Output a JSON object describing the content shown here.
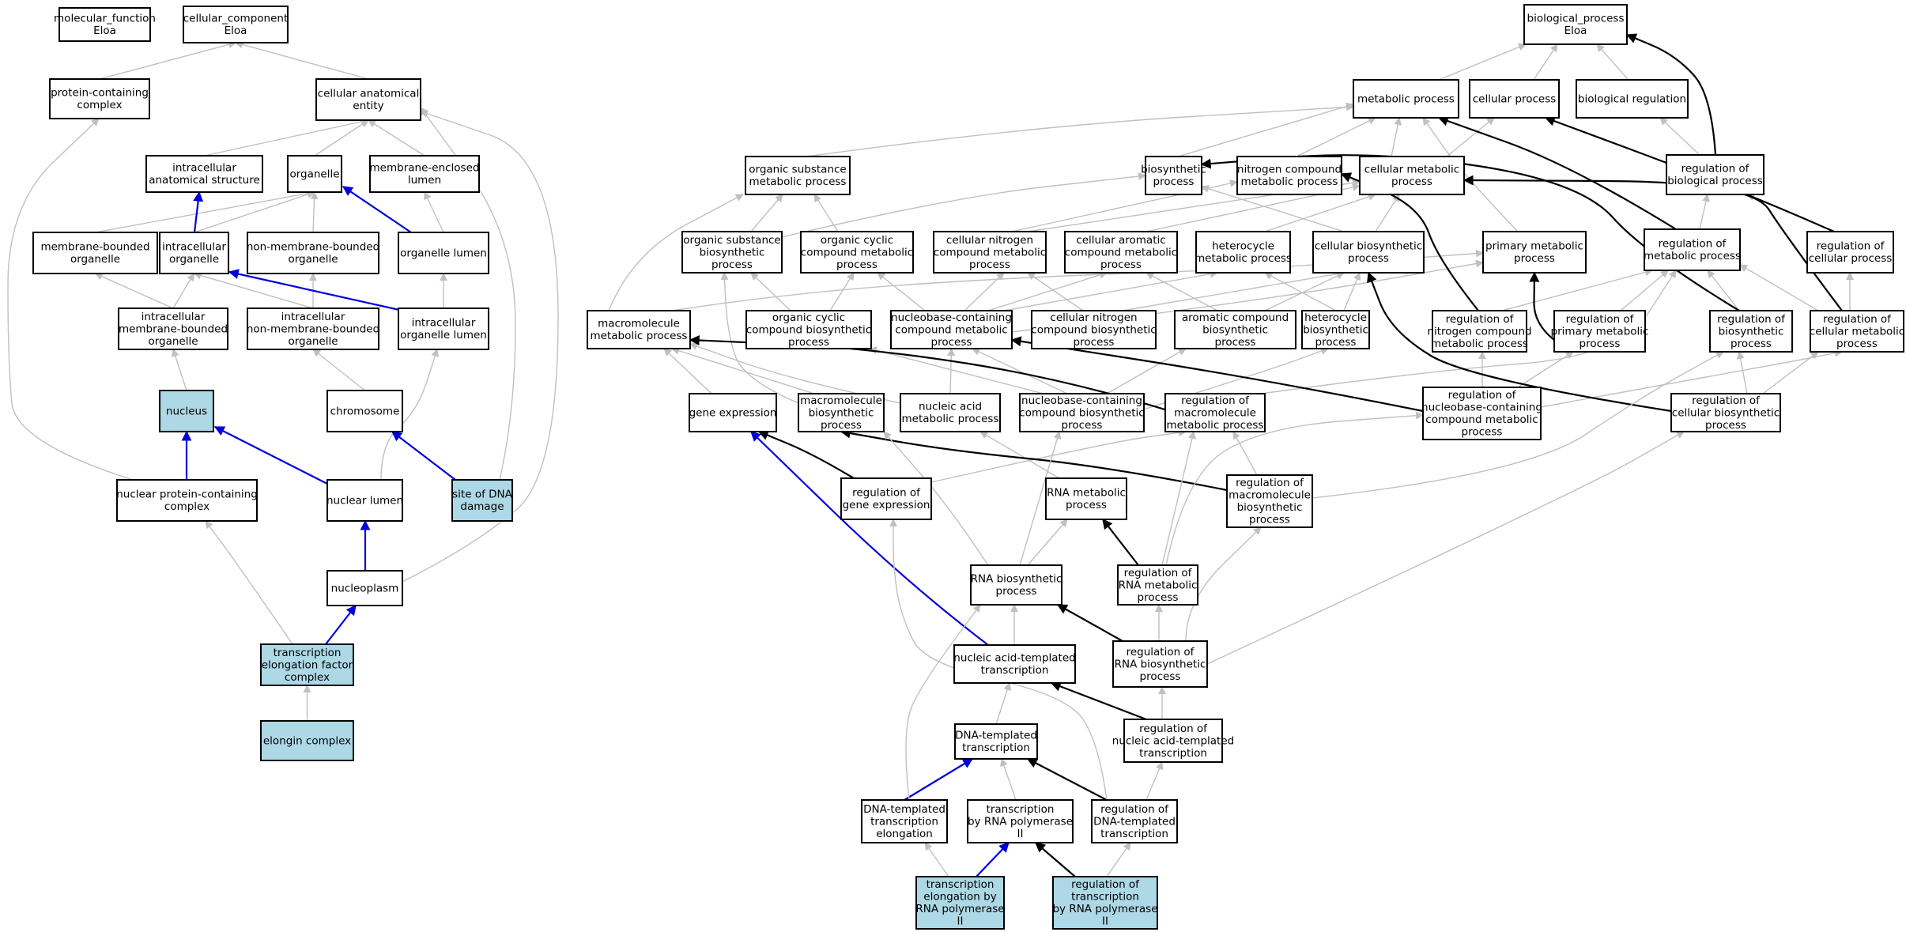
{
  "colors": {
    "highlight": "#add8e6",
    "normal": "#ffffff",
    "edge_gray": "#c0c0c0",
    "edge_blue": "#0000dd",
    "edge_black": "#000000"
  },
  "nodes": [
    {
      "id": "mf",
      "lines": [
        "molecular_function",
        "Eloa"
      ],
      "hl": false
    },
    {
      "id": "cc",
      "lines": [
        "cellular_component",
        "Eloa"
      ],
      "hl": false
    },
    {
      "id": "pcc",
      "lines": [
        "protein-containing",
        "complex"
      ],
      "hl": false
    },
    {
      "id": "cae",
      "lines": [
        "cellular anatomical",
        "entity"
      ],
      "hl": false
    },
    {
      "id": "ias",
      "lines": [
        "intracellular",
        "anatomical structure"
      ],
      "hl": false
    },
    {
      "id": "org",
      "lines": [
        "organelle"
      ],
      "hl": false
    },
    {
      "id": "mel",
      "lines": [
        "membrane-enclosed",
        "lumen"
      ],
      "hl": false
    },
    {
      "id": "mbo",
      "lines": [
        "membrane-bounded",
        "organelle"
      ],
      "hl": false
    },
    {
      "id": "io",
      "lines": [
        "intracellular",
        "organelle"
      ],
      "hl": false
    },
    {
      "id": "nmbo",
      "lines": [
        "non-membrane-bounded",
        "organelle"
      ],
      "hl": false
    },
    {
      "id": "ol",
      "lines": [
        "organelle lumen"
      ],
      "hl": false
    },
    {
      "id": "imbo",
      "lines": [
        "intracellular",
        "membrane-bounded",
        "organelle"
      ],
      "hl": false
    },
    {
      "id": "inmbo",
      "lines": [
        "intracellular",
        "non-membrane-bounded",
        "organelle"
      ],
      "hl": false
    },
    {
      "id": "iol",
      "lines": [
        "intracellular",
        "organelle lumen"
      ],
      "hl": false
    },
    {
      "id": "nuc",
      "lines": [
        "nucleus"
      ],
      "hl": true
    },
    {
      "id": "chr",
      "lines": [
        "chromosome"
      ],
      "hl": false
    },
    {
      "id": "npcc",
      "lines": [
        "nuclear protein-containing",
        "complex"
      ],
      "hl": false
    },
    {
      "id": "nl",
      "lines": [
        "nuclear lumen"
      ],
      "hl": false
    },
    {
      "id": "sdd",
      "lines": [
        "site of DNA",
        "damage"
      ],
      "hl": true
    },
    {
      "id": "np",
      "lines": [
        "nucleoplasm"
      ],
      "hl": false
    },
    {
      "id": "tefc",
      "lines": [
        "transcription",
        "elongation factor",
        "complex"
      ],
      "hl": true
    },
    {
      "id": "elc",
      "lines": [
        "elongin complex"
      ],
      "hl": true
    },
    {
      "id": "bp",
      "lines": [
        "biological_process",
        "Eloa"
      ],
      "hl": false
    },
    {
      "id": "mp",
      "lines": [
        "metabolic process"
      ],
      "hl": false
    },
    {
      "id": "cp",
      "lines": [
        "cellular process"
      ],
      "hl": false
    },
    {
      "id": "br",
      "lines": [
        "biological regulation"
      ],
      "hl": false
    },
    {
      "id": "osmp",
      "lines": [
        "organic substance",
        "metabolic process"
      ],
      "hl": false
    },
    {
      "id": "bsp",
      "lines": [
        "biosynthetic",
        "process"
      ],
      "hl": false
    },
    {
      "id": "ncmp",
      "lines": [
        "nitrogen compound",
        "metabolic process"
      ],
      "hl": false
    },
    {
      "id": "cmp",
      "lines": [
        "cellular metabolic",
        "process"
      ],
      "hl": false
    },
    {
      "id": "rbp",
      "lines": [
        "regulation of",
        "biological process"
      ],
      "hl": false
    },
    {
      "id": "osbp",
      "lines": [
        "organic substance",
        "biosynthetic",
        "process"
      ],
      "hl": false
    },
    {
      "id": "occmp",
      "lines": [
        "organic cyclic",
        "compound metabolic",
        "process"
      ],
      "hl": false
    },
    {
      "id": "cncmp",
      "lines": [
        "cellular nitrogen",
        "compound metabolic",
        "process"
      ],
      "hl": false
    },
    {
      "id": "cacmp",
      "lines": [
        "cellular aromatic",
        "compound metabolic",
        "process"
      ],
      "hl": false
    },
    {
      "id": "hmp",
      "lines": [
        "heterocycle",
        "metabolic process"
      ],
      "hl": false
    },
    {
      "id": "cbp",
      "lines": [
        "cellular biosynthetic",
        "process"
      ],
      "hl": false
    },
    {
      "id": "pmp",
      "lines": [
        "primary metabolic",
        "process"
      ],
      "hl": false
    },
    {
      "id": "rmp",
      "lines": [
        "regulation of",
        "metabolic process"
      ],
      "hl": false
    },
    {
      "id": "rcp",
      "lines": [
        "regulation of",
        "cellular process"
      ],
      "hl": false
    },
    {
      "id": "mmp",
      "lines": [
        "macromolecule",
        "metabolic process"
      ],
      "hl": false
    },
    {
      "id": "occbp",
      "lines": [
        "organic cyclic",
        "compound biosynthetic",
        "process"
      ],
      "hl": false
    },
    {
      "id": "nccmp",
      "lines": [
        "nucleobase-containing",
        "compound metabolic",
        "process"
      ],
      "hl": false
    },
    {
      "id": "cncbp",
      "lines": [
        "cellular nitrogen",
        "compound biosynthetic",
        "process"
      ],
      "hl": false
    },
    {
      "id": "acbp",
      "lines": [
        "aromatic compound",
        "biosynthetic",
        "process"
      ],
      "hl": false
    },
    {
      "id": "hbp",
      "lines": [
        "heterocycle",
        "biosynthetic",
        "process"
      ],
      "hl": false
    },
    {
      "id": "rncmp",
      "lines": [
        "regulation of",
        "nitrogen compound",
        "metabolic process"
      ],
      "hl": false
    },
    {
      "id": "rpmp",
      "lines": [
        "regulation of",
        "primary metabolic",
        "process"
      ],
      "hl": false
    },
    {
      "id": "rbsp",
      "lines": [
        "regulation of",
        "biosynthetic",
        "process"
      ],
      "hl": false
    },
    {
      "id": "rcmp",
      "lines": [
        "regulation of",
        "cellular metabolic",
        "process"
      ],
      "hl": false
    },
    {
      "id": "ge",
      "lines": [
        "gene expression"
      ],
      "hl": false
    },
    {
      "id": "mbp",
      "lines": [
        "macromolecule",
        "biosynthetic",
        "process"
      ],
      "hl": false
    },
    {
      "id": "namp",
      "lines": [
        "nucleic acid",
        "metabolic process"
      ],
      "hl": false
    },
    {
      "id": "nccbp",
      "lines": [
        "nucleobase-containing",
        "compound biosynthetic",
        "process"
      ],
      "hl": false
    },
    {
      "id": "rmmp",
      "lines": [
        "regulation of",
        "macromolecule",
        "metabolic process"
      ],
      "hl": false
    },
    {
      "id": "rnccmp",
      "lines": [
        "regulation of",
        "nucleobase-containing",
        "compound metabolic",
        "process"
      ],
      "hl": false
    },
    {
      "id": "rcbp",
      "lines": [
        "regulation of",
        "cellular biosynthetic",
        "process"
      ],
      "hl": false
    },
    {
      "id": "rge",
      "lines": [
        "regulation of",
        "gene expression"
      ],
      "hl": false
    },
    {
      "id": "rnamp",
      "lines": [
        "RNA metabolic",
        "process"
      ],
      "hl": false
    },
    {
      "id": "rmbp",
      "lines": [
        "regulation of",
        "macromolecule",
        "biosynthetic",
        "process"
      ],
      "hl": false
    },
    {
      "id": "rnabp",
      "lines": [
        "RNA biosynthetic",
        "process"
      ],
      "hl": false
    },
    {
      "id": "rrnamp",
      "lines": [
        "regulation of",
        "RNA metabolic",
        "process"
      ],
      "hl": false
    },
    {
      "id": "natt",
      "lines": [
        "nucleic acid-templated",
        "transcription"
      ],
      "hl": false
    },
    {
      "id": "rrnabp",
      "lines": [
        "regulation of",
        "RNA biosynthetic",
        "process"
      ],
      "hl": false
    },
    {
      "id": "dtt",
      "lines": [
        "DNA-templated",
        "transcription"
      ],
      "hl": false
    },
    {
      "id": "rnatt",
      "lines": [
        "regulation of",
        "nucleic acid-templated",
        "transcription"
      ],
      "hl": false
    },
    {
      "id": "dtte",
      "lines": [
        "DNA-templated",
        "transcription",
        "elongation"
      ],
      "hl": false
    },
    {
      "id": "trp2",
      "lines": [
        "transcription",
        "by RNA polymerase",
        "II"
      ],
      "hl": false
    },
    {
      "id": "rdtt",
      "lines": [
        "regulation of",
        "DNA-templated",
        "transcription"
      ],
      "hl": false
    },
    {
      "id": "terp2",
      "lines": [
        "transcription",
        "elongation by",
        "RNA polymerase",
        "II"
      ],
      "hl": true
    },
    {
      "id": "rtrp2",
      "lines": [
        "regulation of",
        "transcription",
        "by RNA polymerase",
        "II"
      ],
      "hl": true
    }
  ],
  "edges": [
    [
      "pcc",
      "cc",
      "gray"
    ],
    [
      "cae",
      "cc",
      "gray"
    ],
    [
      "ias",
      "cae",
      "gray"
    ],
    [
      "org",
      "cae",
      "gray"
    ],
    [
      "mel",
      "cae",
      "gray"
    ],
    [
      "mbo",
      "org",
      "gray"
    ],
    [
      "io",
      "org",
      "gray"
    ],
    [
      "nmbo",
      "org",
      "gray"
    ],
    [
      "ol",
      "org",
      "blue"
    ],
    [
      "ol",
      "mel",
      "gray"
    ],
    [
      "io",
      "ias",
      "blue"
    ],
    [
      "imbo",
      "mbo",
      "gray"
    ],
    [
      "imbo",
      "io",
      "gray"
    ],
    [
      "inmbo",
      "io",
      "gray"
    ],
    [
      "inmbo",
      "nmbo",
      "gray"
    ],
    [
      "iol",
      "io",
      "blue"
    ],
    [
      "iol",
      "ol",
      "gray"
    ],
    [
      "nuc",
      "imbo",
      "gray"
    ],
    [
      "chr",
      "inmbo",
      "gray"
    ],
    [
      "npcc",
      "nuc",
      "blue"
    ],
    [
      "npcc",
      "pcc",
      "gray"
    ],
    [
      "nl",
      "nuc",
      "blue"
    ],
    [
      "nl",
      "iol",
      "gray"
    ],
    [
      "sdd",
      "chr",
      "blue"
    ],
    [
      "sdd",
      "cae",
      "gray"
    ],
    [
      "np",
      "nl",
      "blue"
    ],
    [
      "np",
      "cae",
      "gray"
    ],
    [
      "tefc",
      "np",
      "blue"
    ],
    [
      "tefc",
      "npcc",
      "gray"
    ],
    [
      "elc",
      "tefc",
      "gray"
    ],
    [
      "mp",
      "bp",
      "gray"
    ],
    [
      "cp",
      "bp",
      "gray"
    ],
    [
      "br",
      "bp",
      "gray"
    ],
    [
      "osmp",
      "mp",
      "gray"
    ],
    [
      "bsp",
      "mp",
      "gray"
    ],
    [
      "ncmp",
      "mp",
      "gray"
    ],
    [
      "cmp",
      "mp",
      "gray"
    ],
    [
      "cmp",
      "cp",
      "gray"
    ],
    [
      "rbp",
      "br",
      "gray"
    ],
    [
      "rbp",
      "bp",
      "black"
    ],
    [
      "osbp",
      "osmp",
      "gray"
    ],
    [
      "osbp",
      "bsp",
      "gray"
    ],
    [
      "occmp",
      "osmp",
      "gray"
    ],
    [
      "cncmp",
      "cmp",
      "gray"
    ],
    [
      "cncmp",
      "ncmp",
      "gray"
    ],
    [
      "cacmp",
      "cmp",
      "gray"
    ],
    [
      "hmp",
      "cmp",
      "gray"
    ],
    [
      "cbp",
      "bsp",
      "gray"
    ],
    [
      "cbp",
      "cmp",
      "gray"
    ],
    [
      "pmp",
      "mp",
      "gray"
    ],
    [
      "rmp",
      "rbp",
      "gray"
    ],
    [
      "rmp",
      "mp",
      "black"
    ],
    [
      "rcp",
      "rbp",
      "gray"
    ],
    [
      "rcp",
      "cp",
      "black"
    ],
    [
      "mmp",
      "osmp",
      "gray"
    ],
    [
      "mmp",
      "pmp",
      "gray"
    ],
    [
      "occbp",
      "osbp",
      "gray"
    ],
    [
      "occbp",
      "occmp",
      "gray"
    ],
    [
      "nccmp",
      "cncmp",
      "gray"
    ],
    [
      "nccmp",
      "cacmp",
      "gray"
    ],
    [
      "nccmp",
      "hmp",
      "gray"
    ],
    [
      "nccmp",
      "occmp",
      "gray"
    ],
    [
      "nccmp",
      "pmp",
      "gray"
    ],
    [
      "cncbp",
      "cncmp",
      "gray"
    ],
    [
      "cncbp",
      "cbp",
      "gray"
    ],
    [
      "acbp",
      "cacmp",
      "gray"
    ],
    [
      "acbp",
      "cbp",
      "gray"
    ],
    [
      "hbp",
      "hmp",
      "gray"
    ],
    [
      "hbp",
      "cbp",
      "gray"
    ],
    [
      "rncmp",
      "rmp",
      "gray"
    ],
    [
      "rncmp",
      "ncmp",
      "black"
    ],
    [
      "rpmp",
      "rmp",
      "gray"
    ],
    [
      "rpmp",
      "pmp",
      "black"
    ],
    [
      "rbsp",
      "rmp",
      "gray"
    ],
    [
      "rbsp",
      "bsp",
      "black"
    ],
    [
      "rcmp",
      "rmp",
      "gray"
    ],
    [
      "rcmp",
      "rcp",
      "gray"
    ],
    [
      "rcmp",
      "cmp",
      "black"
    ],
    [
      "ge",
      "mmp",
      "gray"
    ],
    [
      "mbp",
      "mmp",
      "gray"
    ],
    [
      "mbp",
      "osbp",
      "gray"
    ],
    [
      "namp",
      "mmp",
      "gray"
    ],
    [
      "namp",
      "nccmp",
      "gray"
    ],
    [
      "nccbp",
      "nccmp",
      "gray"
    ],
    [
      "nccbp",
      "acbp",
      "gray"
    ],
    [
      "nccbp",
      "hbp",
      "gray"
    ],
    [
      "nccbp",
      "occbp",
      "gray"
    ],
    [
      "rmmp",
      "rmp",
      "gray"
    ],
    [
      "rmmp",
      "mmp",
      "black"
    ],
    [
      "rnccmp",
      "rncmp",
      "gray"
    ],
    [
      "rnccmp",
      "rpmp",
      "gray"
    ],
    [
      "rnccmp",
      "nccmp",
      "black"
    ],
    [
      "rnccmp",
      "rcmp",
      "gray"
    ],
    [
      "rcbp",
      "rbsp",
      "gray"
    ],
    [
      "rcbp",
      "rcmp",
      "gray"
    ],
    [
      "rcbp",
      "cbp",
      "black"
    ],
    [
      "rge",
      "rmmp",
      "gray"
    ],
    [
      "rge",
      "ge",
      "black"
    ],
    [
      "rnamp",
      "namp",
      "gray"
    ],
    [
      "rmbp",
      "rmmp",
      "gray"
    ],
    [
      "rmbp",
      "rbsp",
      "gray"
    ],
    [
      "rmbp",
      "mbp",
      "black"
    ],
    [
      "rnabp",
      "mbp",
      "gray"
    ],
    [
      "rnabp",
      "rnamp",
      "gray"
    ],
    [
      "rnabp",
      "nccbp",
      "gray"
    ],
    [
      "rrnamp",
      "rnccmp",
      "gray"
    ],
    [
      "rrnamp",
      "rmmp",
      "gray"
    ],
    [
      "rrnamp",
      "rnamp",
      "black"
    ],
    [
      "natt",
      "rnabp",
      "gray"
    ],
    [
      "natt",
      "ge",
      "blue"
    ],
    [
      "rrnabp",
      "rrnamp",
      "gray"
    ],
    [
      "rrnabp",
      "rmbp",
      "gray"
    ],
    [
      "rrnabp",
      "rcbp",
      "gray"
    ],
    [
      "rrnabp",
      "rnabp",
      "black"
    ],
    [
      "dtt",
      "natt",
      "gray"
    ],
    [
      "rnatt",
      "rrnabp",
      "gray"
    ],
    [
      "rnatt",
      "natt",
      "black"
    ],
    [
      "dtte",
      "dtt",
      "blue"
    ],
    [
      "dtte",
      "rnabp",
      "gray"
    ],
    [
      "trp2",
      "dtt",
      "gray"
    ],
    [
      "rdtt",
      "rnatt",
      "gray"
    ],
    [
      "rdtt",
      "dtt",
      "black"
    ],
    [
      "rdtt",
      "rge",
      "gray"
    ],
    [
      "terp2",
      "dtte",
      "gray"
    ],
    [
      "terp2",
      "trp2",
      "blue"
    ],
    [
      "rtrp2",
      "rdtt",
      "gray"
    ],
    [
      "rtrp2",
      "trp2",
      "black"
    ]
  ]
}
